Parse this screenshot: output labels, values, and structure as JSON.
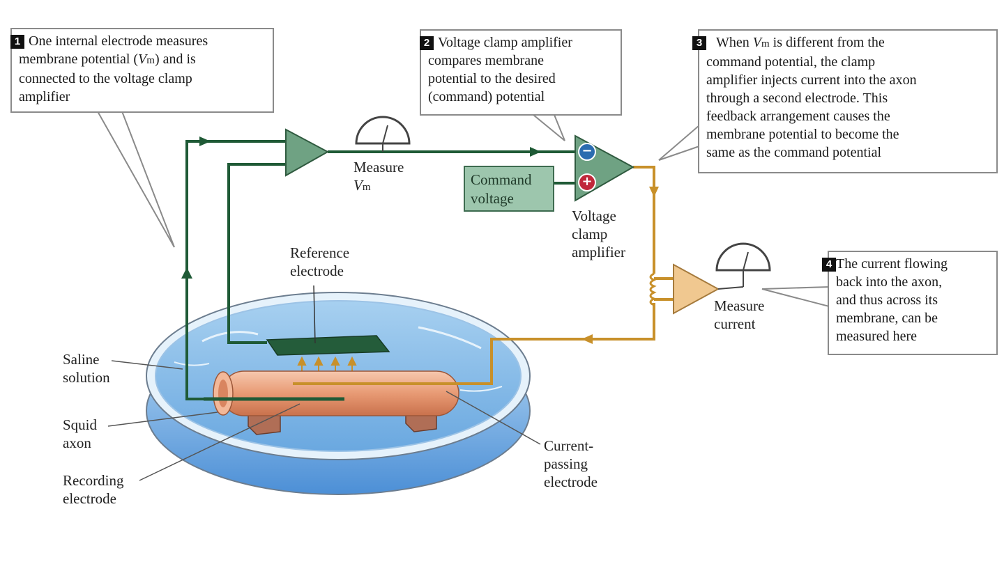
{
  "callouts": {
    "c1": {
      "number": "1",
      "lines": [
        "One internal electrode measures",
        "membrane potential (",
        "V",
        "m",
        ") and is",
        "connected to the voltage clamp",
        "amplifier"
      ]
    },
    "c2": {
      "number": "2",
      "lines": [
        "Voltage clamp amplifier",
        "compares membrane",
        "potential to the desired",
        "(command) potential"
      ]
    },
    "c3": {
      "number": "3",
      "lines": [
        "When ",
        "V",
        "m",
        " is different from the",
        "command potential, the clamp",
        "amplifier injects current into the axon",
        "through a second electrode. This",
        "feedback arrangement causes the",
        "membrane potential to become the",
        "same as the command potential"
      ]
    },
    "c4": {
      "number": "4",
      "lines": [
        "The current flowing",
        "back into the axon,",
        "and thus across its",
        "membrane, can be",
        "measured here"
      ]
    }
  },
  "labels": {
    "measure_vm": [
      "Measure",
      "V",
      "m"
    ],
    "command_voltage": [
      "Command",
      "voltage"
    ],
    "amplifier": [
      "Voltage",
      "clamp",
      "amplifier"
    ],
    "reference": [
      "Reference",
      "electrode"
    ],
    "measure_current": [
      "Measure",
      "current"
    ],
    "saline": [
      "Saline",
      "solution"
    ],
    "squid": [
      "Squid",
      "axon"
    ],
    "recording": [
      "Recording",
      "electrode"
    ],
    "current_passing": [
      "Current-",
      "passing",
      "electrode"
    ]
  },
  "signs": {
    "minus": "−",
    "plus": "+"
  },
  "colors": {
    "green_wire": "#1f5a36",
    "orange_wire": "#c8902a",
    "amp_green": "#6fa283",
    "amp_orange": "#f0c890",
    "command_box": "#9dc6ad",
    "dish_water": "#7fb6e6",
    "axon": "#e8a07e",
    "minus_badge": "#2b6cb0",
    "plus_badge": "#c0283b"
  }
}
